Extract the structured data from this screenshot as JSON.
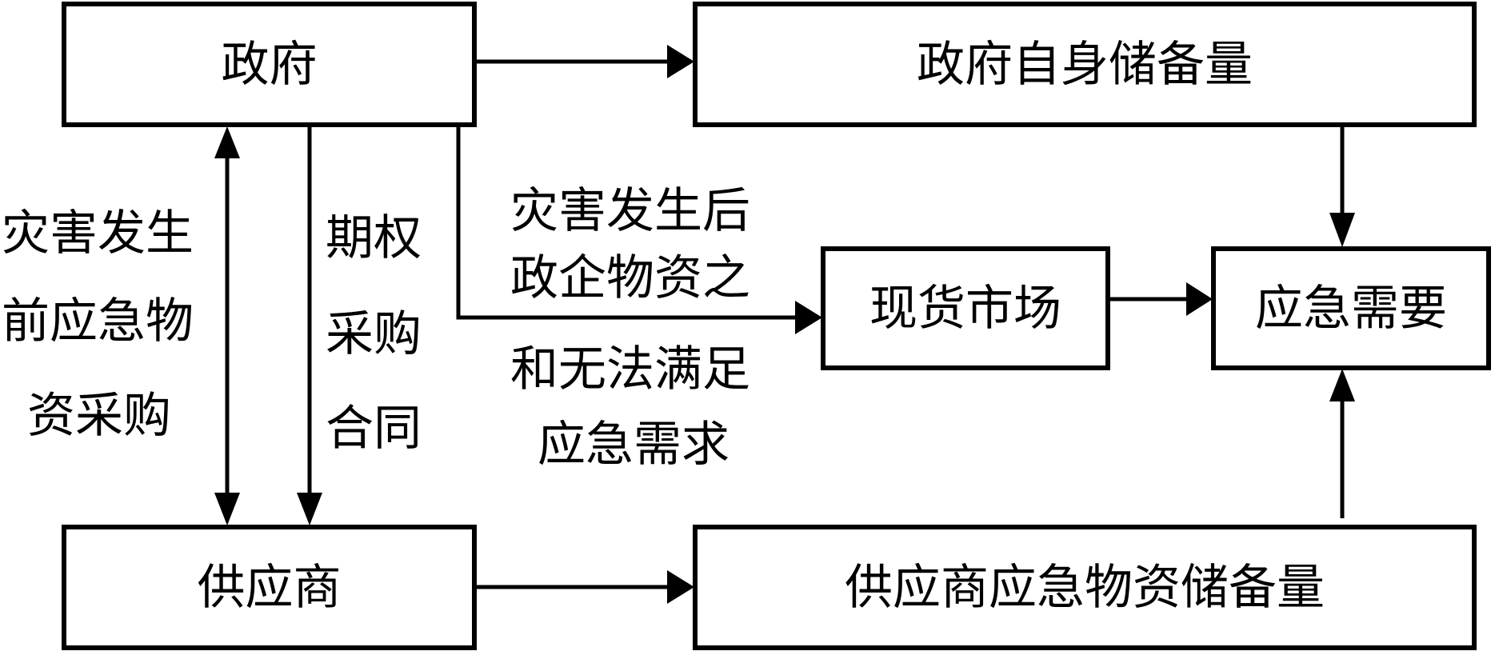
{
  "diagram": {
    "type": "flowchart",
    "line_color": "#000000",
    "background": "#ffffff",
    "nodes": {
      "government": "政府",
      "government_reserve": "政府自身储备量",
      "spot_market": "现货市场",
      "emergency_need": "应急需要",
      "supplier": "供应商",
      "supplier_reserve": "供应商应急物资储备量"
    },
    "edge_labels": {
      "pre_disaster_purchase": [
        "灾害发生",
        "前应急物",
        "资采购"
      ],
      "option_contract": [
        "期权",
        "采购",
        "合同"
      ],
      "post_disaster_shortfall": [
        "灾害发生后",
        "政企物资之",
        "和无法满足",
        "应急需求"
      ]
    },
    "edges": [
      {
        "from": "government",
        "to": "government_reserve",
        "direction": "forward"
      },
      {
        "from": "government",
        "to": "supplier",
        "direction": "both",
        "label": "pre_disaster_purchase"
      },
      {
        "from": "government",
        "to": "supplier",
        "direction": "forward",
        "label": "option_contract"
      },
      {
        "from": "government",
        "to": "spot_market",
        "direction": "forward",
        "label": "post_disaster_shortfall"
      },
      {
        "from": "government_reserve",
        "to": "emergency_need",
        "direction": "forward"
      },
      {
        "from": "spot_market",
        "to": "emergency_need",
        "direction": "forward"
      },
      {
        "from": "supplier",
        "to": "supplier_reserve",
        "direction": "forward"
      },
      {
        "from": "supplier_reserve",
        "to": "emergency_need",
        "direction": "forward"
      }
    ]
  }
}
